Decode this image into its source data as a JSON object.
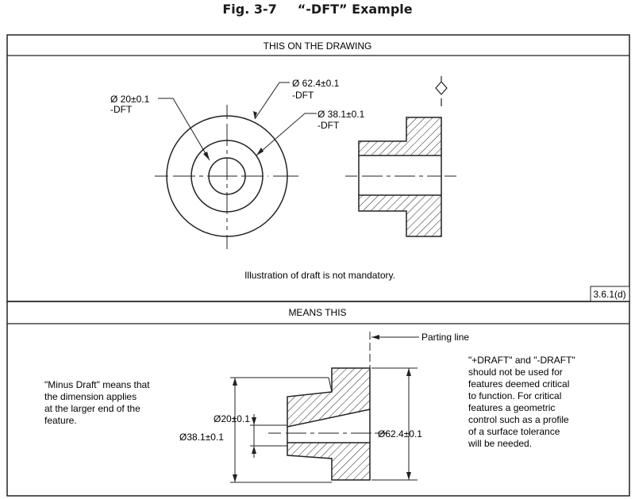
{
  "figure": {
    "number": "Fig. 3-7",
    "name": "“-DFT” Example"
  },
  "top_panel": {
    "header": "THIS ON THE DRAWING",
    "dim_small": "Ø 20±0.1",
    "dim_small_mod": "-DFT",
    "dim_large": "Ø 62.4±0.1",
    "dim_large_mod": "-DFT",
    "dim_mid": "Ø 38.1±0.1",
    "dim_mid_mod": "-DFT",
    "note": "Illustration of draft is not mandatory.",
    "ref": "3.6.1(d)"
  },
  "bottom_panel": {
    "header": "MEANS THIS",
    "parting_line": "Parting line",
    "left_note": [
      "\"Minus Draft\" means that",
      "the dimension applies",
      "at the larger end of the",
      "feature."
    ],
    "dim_20": "Ø20±0.1",
    "dim_38": "Ø38.1±0.1",
    "dim_62": "Ø62.4±0.1",
    "right_note": [
      "\"+DRAFT\" and \"-DRAFT\"",
      "should not be used for",
      "features deemed critical",
      "to function.  For critical",
      "features a geometric",
      "control such as a profile",
      "of a surface tolerance",
      "will be needed."
    ]
  }
}
